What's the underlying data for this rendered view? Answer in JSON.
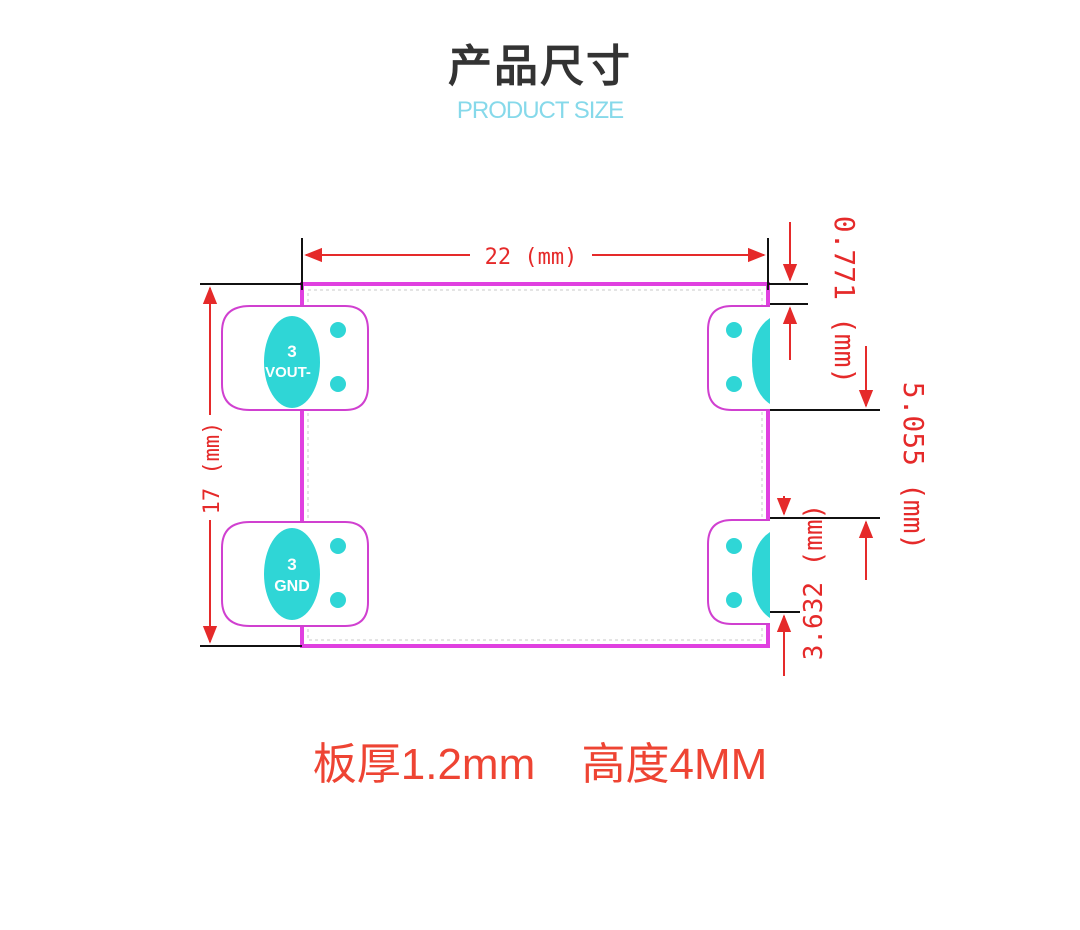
{
  "header": {
    "title": "产品尺寸",
    "subtitle": "PRODUCT SIZE"
  },
  "dimensions": {
    "width": "22 (mm)",
    "height": "17 (mm)",
    "top_offset": "0.771 (mm)",
    "pad_spacing": "5.055 (mm)",
    "pad_bottom": "3.632 (mm)"
  },
  "pads": {
    "top_left_number": "3",
    "top_left_name": "VOUT-",
    "bottom_left_number": "3",
    "bottom_left_name": "GND"
  },
  "note": {
    "thickness": "板厚1.2mm",
    "height": "高度4MM"
  },
  "colors": {
    "title": "#333333",
    "subtitle": "#86d9ea",
    "dimension": "#e52a2a",
    "board_outline": "#e040e0",
    "pad_fill": "#2fd6d6",
    "note": "#ee4433"
  }
}
